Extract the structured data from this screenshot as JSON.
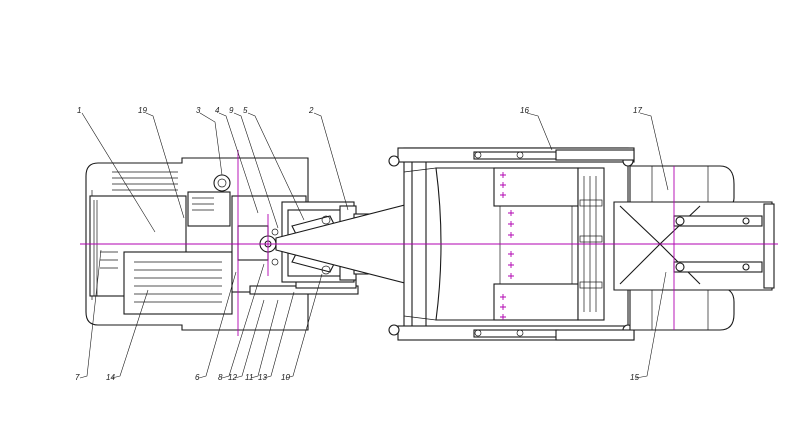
{
  "callouts": [
    {
      "id": "c1",
      "text": "1"
    },
    {
      "id": "c19",
      "text": "19"
    },
    {
      "id": "c3",
      "text": "3"
    },
    {
      "id": "c4",
      "text": "4"
    },
    {
      "id": "c9",
      "text": "9"
    },
    {
      "id": "c5",
      "text": "5"
    },
    {
      "id": "c2",
      "text": "2"
    },
    {
      "id": "c16",
      "text": "16"
    },
    {
      "id": "c17",
      "text": "17"
    },
    {
      "id": "c7",
      "text": "7"
    },
    {
      "id": "c14",
      "text": "14"
    },
    {
      "id": "c6",
      "text": "6"
    },
    {
      "id": "c8",
      "text": "8"
    },
    {
      "id": "c12",
      "text": "12"
    },
    {
      "id": "c11",
      "text": "11"
    },
    {
      "id": "c13",
      "text": "13"
    },
    {
      "id": "c10",
      "text": "10"
    },
    {
      "id": "c15",
      "text": "15"
    }
  ],
  "colors": {
    "outline": "#1a1a1a",
    "axis": "#b000b0",
    "background": "#ffffff"
  }
}
